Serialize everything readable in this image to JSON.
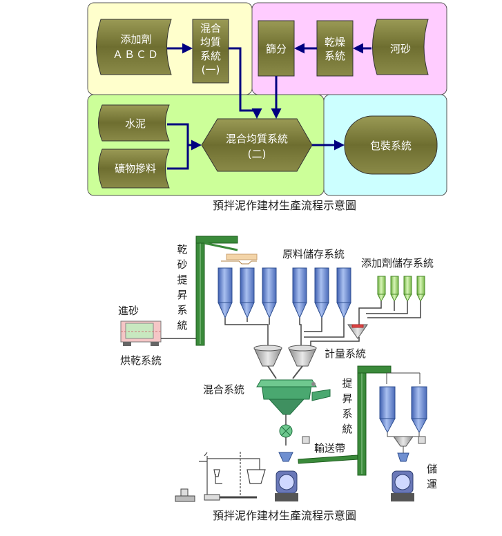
{
  "flow": {
    "additive": [
      "添加劑",
      "ＡＢＣＤ"
    ],
    "mixer_one": [
      "混合",
      "均質",
      "系統",
      "(一)"
    ],
    "screen": "篩分",
    "dryer": [
      "乾燥",
      "系統"
    ],
    "river_sand": "河砂",
    "cement": "水泥",
    "mineral": "礦物摻料",
    "mixer_two": [
      "混合均質系統",
      "(二)"
    ],
    "packing": "包裝系統",
    "caption": "預拌泥作建材生產流程示意圖"
  },
  "plant": {
    "sand_elevator": [
      "乾",
      "砂",
      "提",
      "昇",
      "系",
      "統"
    ],
    "raw_storage": "原料儲存系統",
    "additive_storage": "添加劑儲存系統",
    "sand_in": "進砂",
    "drying": "烘乾系統",
    "weighing": "計量系統",
    "mixing": "混合系統",
    "lift": [
      "提",
      "昇",
      "系",
      "統"
    ],
    "conveyor": "輸送帶",
    "store_ship": [
      "儲",
      "運"
    ],
    "caption": "預拌泥作建材生產流程示意圖"
  },
  "colors": {
    "zone_additive": "#ffffcc",
    "zone_sand": "#ffccff",
    "zone_mix": "#ccff99",
    "zone_pack": "#ccffff",
    "node_fill": "#7a7a3a",
    "arrow": "#000080",
    "silo_blue": "#6f8fd0",
    "silo_green": "#a8e07a",
    "elevator_green": "#2f7f2f"
  }
}
